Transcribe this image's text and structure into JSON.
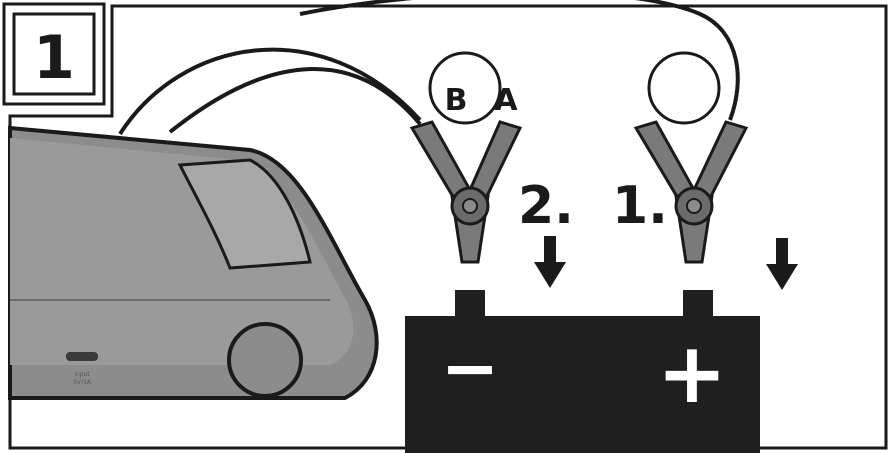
{
  "step": {
    "number": "1"
  },
  "clamp_labels": {
    "black_clamp": "B",
    "red_clamp": "A"
  },
  "order_labels": {
    "first": "1.",
    "second": "2."
  },
  "battery": {
    "negative_sign": "−",
    "positive_sign": "+"
  },
  "jump_starter": {
    "port_label_line1": "Input",
    "port_label_line2": "5V/3A"
  },
  "colors": {
    "ink": "#1a1a1a",
    "device_fill": "#8c8c8c",
    "device_dark": "#6b6b6b",
    "clamp_fill": "#7a7a7a",
    "battery_fill": "#1f1f1f"
  },
  "icons": {
    "arrow": "down-arrow-icon"
  }
}
